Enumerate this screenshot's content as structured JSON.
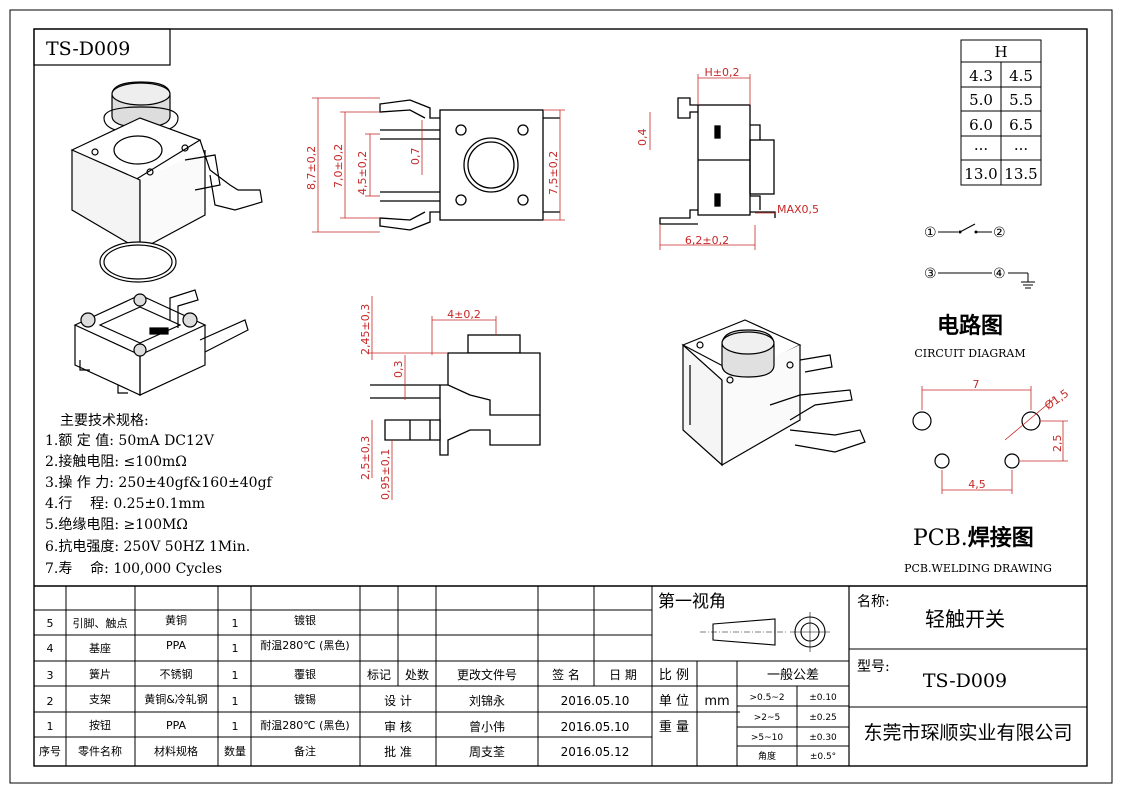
{
  "title_block": {
    "part_code": "TS-D009"
  },
  "h_table": {
    "header": "H",
    "rows": [
      [
        "4.3",
        "4.5"
      ],
      [
        "5.0",
        "5.5"
      ],
      [
        "6.0",
        "6.5"
      ],
      [
        "···",
        "···"
      ],
      [
        "13.0",
        "13.5"
      ]
    ]
  },
  "dimensions": {
    "front": {
      "height_total": "8,7±0,2",
      "height_legs": "7,0±0,2",
      "pitch": "4,5±0,2",
      "pin_w": "0,7",
      "body_h": "7,5±0,2"
    },
    "side": {
      "h": "H±0,2",
      "offset": "0,4",
      "max": "MAX0,5",
      "width": "6,2±0,2"
    },
    "lower": {
      "top_w": "4±0,2",
      "h1": "2,45±0,3",
      "gap": "0,3",
      "h2": "2,5±0,3",
      "pin": "0,95±0,1"
    },
    "pcb": {
      "span": "7",
      "hole": "Ø1,5",
      "pitch_v": "2,5",
      "pitch_h": "4,5"
    }
  },
  "circuit": {
    "title": "电路图",
    "subtitle": "CIRCUIT DIAGRAM",
    "n1": "①",
    "n2": "②",
    "n3": "③",
    "n4": "④"
  },
  "pcb": {
    "title_prefix": "PCB.",
    "title_cn": "焊接图",
    "subtitle": "PCB.WELDING DRAWING"
  },
  "specs": {
    "heading": "主要技术规格:",
    "items": [
      "1.额 定 值: 50mA DC12V",
      "2.接触电阻: ≤100mΩ",
      "3.操 作 力: 250±40gf&160±40gf",
      "4.行    程: 0.25±0.1mm",
      "5.绝缘电阻: ≥100MΩ",
      "6.抗电强度: 250V 50HZ 1Min.",
      "7.寿    命: 100,000 Cycles"
    ]
  },
  "bom": {
    "rows": [
      [
        "5",
        "引脚、触点",
        "黄铜",
        "1",
        "镀银"
      ],
      [
        "4",
        "基座",
        "PPA",
        "1",
        "耐温280℃ (黑色)"
      ],
      [
        "3",
        "簧片",
        "不锈钢",
        "1",
        "覆银"
      ],
      [
        "2",
        "支架",
        "黄铜&冷轧钢",
        "1",
        "镀锡"
      ],
      [
        "1",
        "按钮",
        "PPA",
        "1",
        "耐温280℃ (黑色)"
      ]
    ],
    "header": [
      "序号",
      "零件名称",
      "材料规格",
      "数量",
      "备注"
    ]
  },
  "revision": {
    "header": [
      "标记",
      "处数",
      "更改文件号",
      "签 名",
      "日 期"
    ],
    "rows": [
      [
        "设 计",
        "刘锦永",
        "2016.05.10"
      ],
      [
        "审 核",
        "曾小伟",
        "2016.05.10"
      ],
      [
        "批 准",
        "周支荃",
        "2016.05.12"
      ]
    ]
  },
  "projection": {
    "label": "第一视角"
  },
  "scale": {
    "label": "比 例",
    "unit_label": "单 位",
    "unit_value": "mm",
    "qty_label": "重 量"
  },
  "tolerance": {
    "title": "一般公差",
    "rows": [
      [
        ">0.5~2",
        "±0.10"
      ],
      [
        ">2~5",
        "±0.25"
      ],
      [
        ">5~10",
        "±0.30"
      ],
      [
        "角度",
        "±0.5°"
      ]
    ]
  },
  "info": {
    "name_label": "名称:",
    "name_value": "轻触开关",
    "model_label": "型号:",
    "model_value": "TS-D009",
    "company": "东莞市琛顺实业有限公司"
  }
}
